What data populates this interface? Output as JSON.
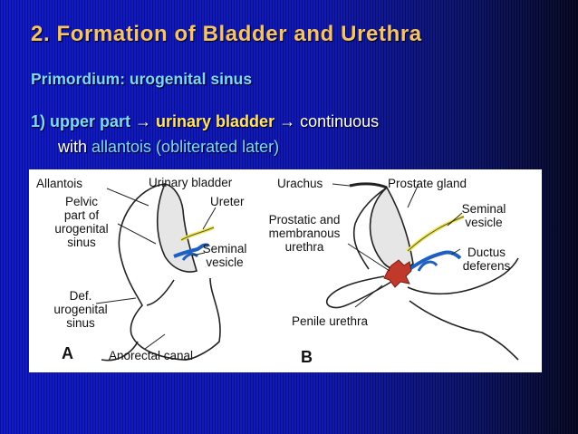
{
  "slide": {
    "title": "2. Formation of Bladder and Urethra",
    "primordium": "Primordium: urogenital sinus",
    "point1": {
      "prefix": "1) upper part",
      "arrow1": " → ",
      "bladder": "urinary bladder",
      "arrow2": " → ",
      "continuous": "continuous",
      "with": "with ",
      "allantois": "allantois (obliterated later)"
    }
  },
  "figure": {
    "panel_a": {
      "letter": "A",
      "labels": {
        "allantois": "Allantois",
        "pelvic_1": "Pelvic",
        "pelvic_2": "part of",
        "pelvic_3": "urogenital",
        "pelvic_4": "sinus",
        "urinary_bladder": "Urinary bladder",
        "ureter": "Ureter",
        "seminal_1": "Seminal",
        "seminal_2": "vesicle",
        "def_1": "Def.",
        "def_2": "urogenital",
        "def_3": "sinus",
        "anorectal": "Anorectal canal"
      }
    },
    "panel_b": {
      "letter": "B",
      "labels": {
        "urachus": "Urachus",
        "prostate": "Prostate gland",
        "prostatic_1": "Prostatic and",
        "prostatic_2": "membranous",
        "prostatic_3": "urethra",
        "seminal_1": "Seminal",
        "seminal_2": "vesicle",
        "ductus_1": "Ductus",
        "ductus_2": "deferens",
        "penile": "Penile urethra"
      }
    },
    "colors": {
      "ureter": "#f2e84a",
      "ductus": "#1f5fbf",
      "prostate": "#c0392b"
    }
  }
}
